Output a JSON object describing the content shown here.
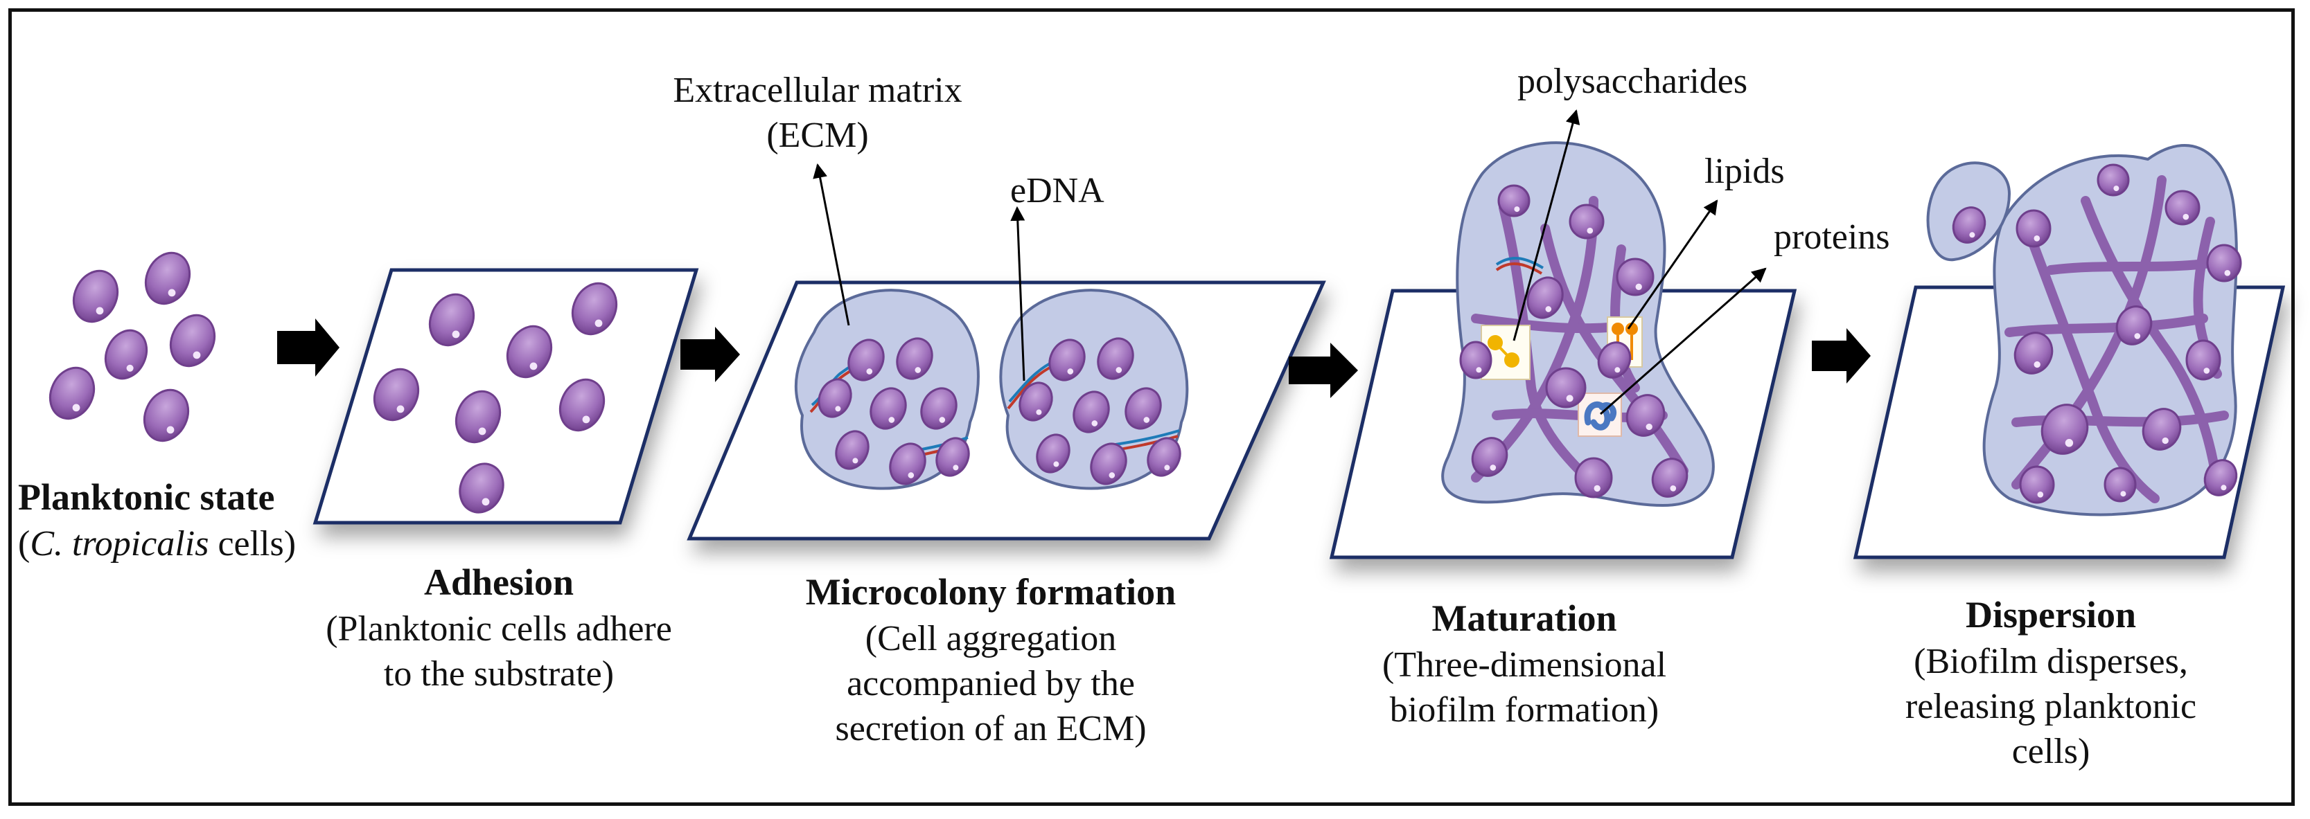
{
  "stages": [
    {
      "id": "planktonic",
      "title": "Planktonic state",
      "desc_pre": "(",
      "desc_italic": "C. tropicalis",
      "desc_post": " cells)"
    },
    {
      "id": "adhesion",
      "title": "Adhesion",
      "desc_line1": "(Planktonic cells adhere",
      "desc_line2": "to the substrate)"
    },
    {
      "id": "microcolony",
      "title": "Microcolony formation",
      "desc_line1": "(Cell aggregation",
      "desc_line2": "accompanied by the",
      "desc_line3": "secretion of an ECM)"
    },
    {
      "id": "maturation",
      "title": "Maturation",
      "desc_line1": "(Three-dimensional",
      "desc_line2": "biofilm formation)"
    },
    {
      "id": "dispersion",
      "title": "Dispersion",
      "desc_line1": "(Biofilm disperses,",
      "desc_line2": "releasing planktonic",
      "desc_line3": "cells)"
    }
  ],
  "labels": {
    "ecm_line1": "Extracellular matrix",
    "ecm_line2": "(ECM)",
    "edna": "eDNA",
    "polysaccharides": "polysaccharides",
    "lipids": "lipids",
    "proteins": "proteins"
  },
  "colors": {
    "cell": "#9b6bb8",
    "cell_dark": "#6f3f8c",
    "matrix": "#c3cbe6",
    "matrix_stroke": "#5b6a99",
    "substrate_stroke": "#1c2f66",
    "arrow": "#000000"
  }
}
